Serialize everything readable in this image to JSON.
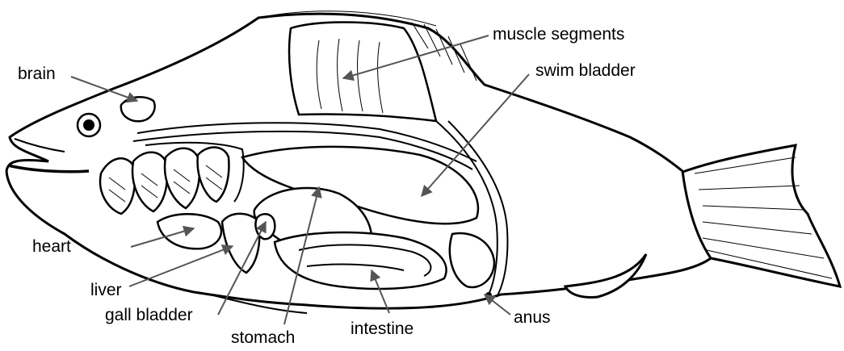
{
  "labels": {
    "brain": "brain",
    "muscle_segments": "muscle segments",
    "swim_bladder": "swim bladder",
    "heart": "heart",
    "liver": "liver",
    "gall_bladder": "gall bladder",
    "stomach": "stomach",
    "intestine": "intestine",
    "anus": "anus"
  },
  "colors": {
    "ink": "#000000",
    "leader": "#555555",
    "background": "#ffffff"
  }
}
